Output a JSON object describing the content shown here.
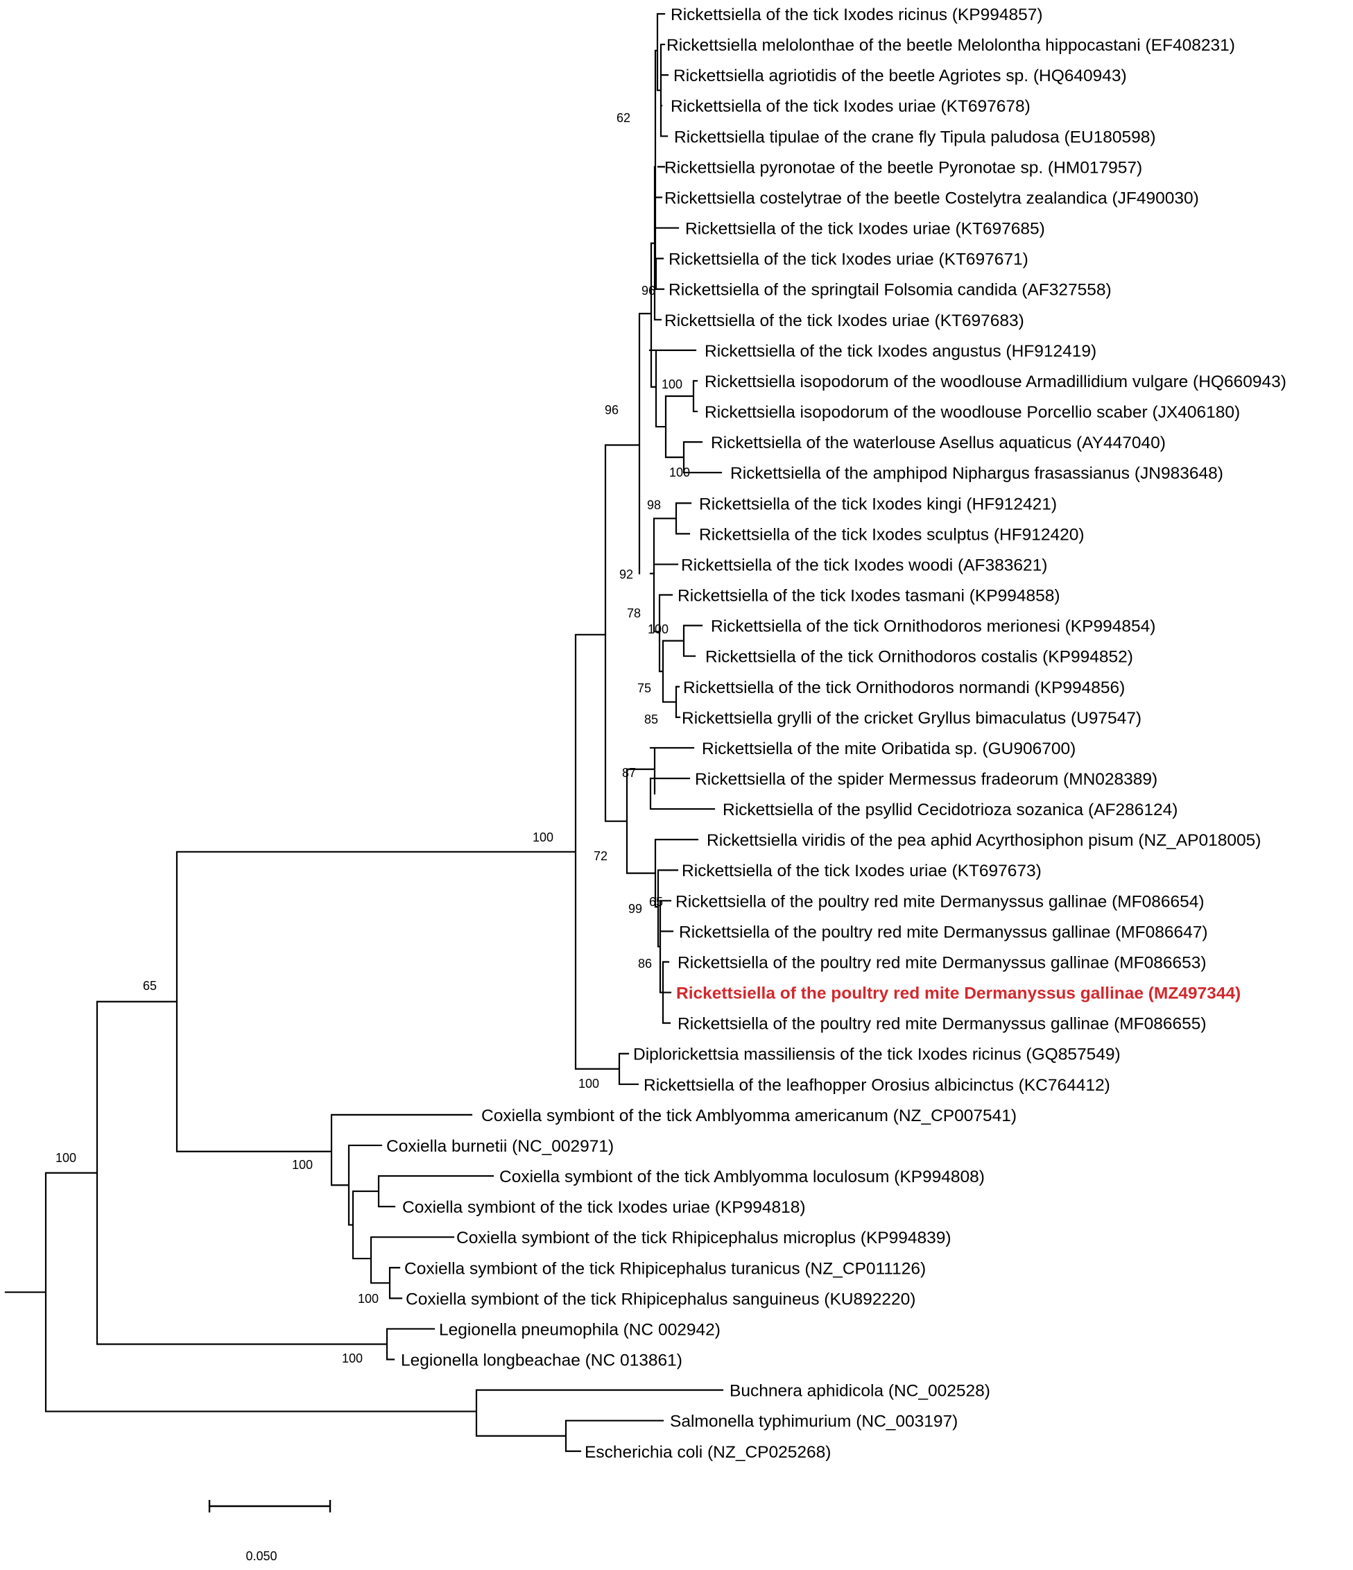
{
  "tree": {
    "taxa": [
      {
        "id": "t1",
        "label": "Rickettsiella of the tick Ixodes ricinus (KP994857)"
      },
      {
        "id": "t2",
        "label": "Rickettsiella melolonthae of the beetle Melolontha hippocastani (EF408231)"
      },
      {
        "id": "t3",
        "label": "Rickettsiella agriotidis of the beetle Agriotes sp. (HQ640943)"
      },
      {
        "id": "t4",
        "label": "Rickettsiella of the tick Ixodes uriae (KT697678)"
      },
      {
        "id": "t5",
        "label": "Rickettsiella tipulae of the crane fly Tipula paludosa (EU180598)"
      },
      {
        "id": "t6",
        "label": "Rickettsiella pyronotae of the beetle Pyronotae sp. (HM017957)"
      },
      {
        "id": "t7",
        "label": "Rickettsiella costelytrae of the beetle Costelytra zealandica (JF490030)"
      },
      {
        "id": "t8",
        "label": "Rickettsiella of the tick Ixodes uriae (KT697685)"
      },
      {
        "id": "t9",
        "label": "Rickettsiella of the tick Ixodes uriae (KT697671)"
      },
      {
        "id": "t10",
        "label": "Rickettsiella of the springtail Folsomia candida (AF327558)"
      },
      {
        "id": "t11",
        "label": "Rickettsiella of the tick Ixodes uriae (KT697683)"
      },
      {
        "id": "t12",
        "label": "Rickettsiella of the tick Ixodes angustus (HF912419)"
      },
      {
        "id": "t13",
        "label": "Rickettsiella isopodorum of the woodlouse Armadillidium vulgare (HQ660943)"
      },
      {
        "id": "t14",
        "label": "Rickettsiella isopodorum of the woodlouse Porcellio scaber (JX406180)"
      },
      {
        "id": "t15",
        "label": "Rickettsiella of the waterlouse Asellus aquaticus (AY447040)"
      },
      {
        "id": "t16",
        "label": "Rickettsiella of the amphipod Niphargus frasassianus (JN983648)"
      },
      {
        "id": "t17",
        "label": "Rickettsiella of the tick Ixodes kingi (HF912421)"
      },
      {
        "id": "t18",
        "label": "Rickettsiella of the tick Ixodes sculptus (HF912420)"
      },
      {
        "id": "t19",
        "label": "Rickettsiella of the tick Ixodes woodi (AF383621)"
      },
      {
        "id": "t20",
        "label": "Rickettsiella of the tick Ixodes tasmani (KP994858)"
      },
      {
        "id": "t21",
        "label": "Rickettsiella of the tick Ornithodoros merionesi (KP994854)"
      },
      {
        "id": "t22",
        "label": "Rickettsiella of the tick Ornithodoros costalis (KP994852)"
      },
      {
        "id": "t23",
        "label": "Rickettsiella of the tick Ornithodoros normandi (KP994856)"
      },
      {
        "id": "t24",
        "label": "Rickettsiella grylli of the cricket Gryllus bimaculatus (U97547)"
      },
      {
        "id": "t25",
        "label": "Rickettsiella of the mite Oribatida sp. (GU906700)"
      },
      {
        "id": "t26",
        "label": "Rickettsiella of the spider Mermessus fradeorum (MN028389)"
      },
      {
        "id": "t27",
        "label": "Rickettsiella of the psyllid Cecidotrioza sozanica (AF286124)"
      },
      {
        "id": "t28",
        "label": "Rickettsiella viridis of the pea aphid Acyrthosiphon pisum (NZ_AP018005)"
      },
      {
        "id": "t29",
        "label": "Rickettsiella of the tick Ixodes uriae (KT697673)"
      },
      {
        "id": "t30",
        "label": "Rickettsiella of the poultry red mite Dermanyssus gallinae (MF086654)"
      },
      {
        "id": "t31",
        "label": "Rickettsiella of the poultry red mite Dermanyssus gallinae (MF086647)"
      },
      {
        "id": "t32",
        "label": "Rickettsiella of the poultry red mite Dermanyssus gallinae (MF086653)"
      },
      {
        "id": "t33",
        "label": "Rickettsiella of the poultry red mite Dermanyssus gallinae (MZ497344)",
        "highlight": true
      },
      {
        "id": "t34",
        "label": "Rickettsiella of the poultry red mite Dermanyssus gallinae (MF086655)"
      },
      {
        "id": "t35",
        "label": "Diplorickettsia massiliensis of the tick Ixodes ricinus (GQ857549)"
      },
      {
        "id": "t36",
        "label": "Rickettsiella of the leafhopper Orosius albicinctus (KC764412)"
      },
      {
        "id": "t37",
        "label": "Coxiella symbiont of the tick Amblyomma americanum (NZ_CP007541)"
      },
      {
        "id": "t38",
        "label": "Coxiella burnetii (NC_002971)"
      },
      {
        "id": "t39",
        "label": "Coxiella symbiont of the tick Amblyomma loculosum (KP994808)"
      },
      {
        "id": "t40",
        "label": "Coxiella symbiont of the tick Ixodes uriae (KP994818)"
      },
      {
        "id": "t41",
        "label": "Coxiella symbiont of the tick Rhipicephalus microplus (KP994839)"
      },
      {
        "id": "t42",
        "label": "Coxiella symbiont of the tick Rhipicephalus turanicus (NZ_CP011126)"
      },
      {
        "id": "t43",
        "label": "Coxiella symbiont of the tick Rhipicephalus sanguineus (KU892220)"
      },
      {
        "id": "t44",
        "label": "Legionella pneumophila (NC 002942)"
      },
      {
        "id": "t45",
        "label": "Legionella longbeachae (NC 013861)"
      },
      {
        "id": "t46",
        "label": "Buchnera aphidicola (NC_002528)"
      },
      {
        "id": "t47",
        "label": "Salmonella typhimurium (NC_003197)"
      },
      {
        "id": "t48",
        "label": "Escherichia coli (NZ_CP025268)"
      }
    ],
    "support_values": [
      "62",
      "96",
      "100",
      "100",
      "96",
      "98",
      "92",
      "78",
      "100",
      "75",
      "85",
      "87",
      "72",
      "65",
      "99",
      "86",
      "100",
      "100",
      "65",
      "100",
      "100",
      "100",
      "100"
    ],
    "highlight_color": "#d2282d",
    "branch_color": "#000000"
  },
  "scale_bar": {
    "label": "0.050"
  }
}
